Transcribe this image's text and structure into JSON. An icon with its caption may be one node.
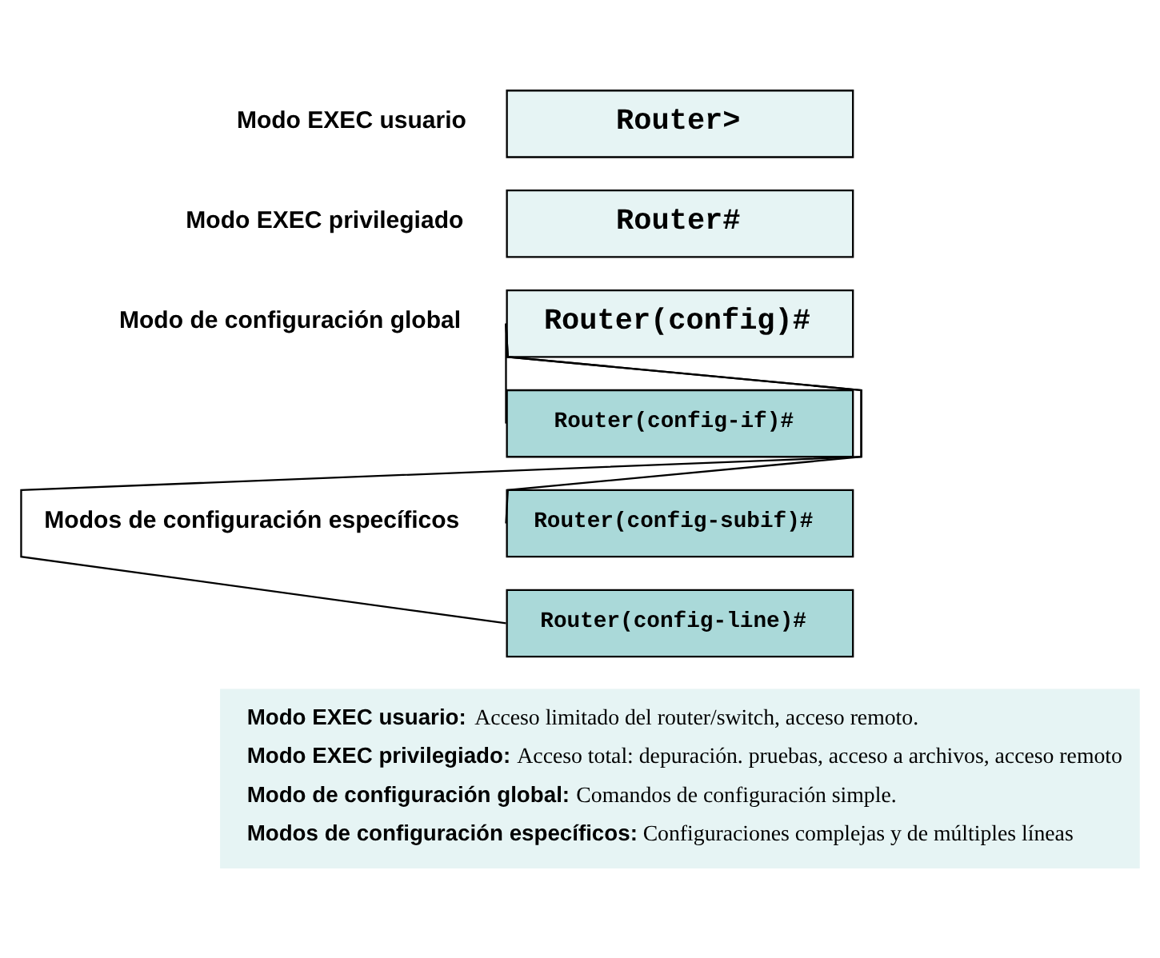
{
  "diagram": {
    "nodes": [
      {
        "text": [
          "Router>"
        ],
        "beside": [
          "Modo EXEC usuario"
        ]
      },
      {
        "text": [
          "Router#"
        ],
        "beside": [
          "Modo EXEC privilegiado"
        ]
      },
      {
        "text": [
          "Router(config)#"
        ],
        "beside": [
          "Modo de configuración global"
        ]
      },
      {
        "text": [
          "Router(config-if)#"
        ]
      },
      {
        "text": [
          "Router(config-subif)#"
        ]
      },
      {
        "text": [
          "Router(config-line)#"
        ]
      },
      {
        "text": [
          "**Modo EXEC usuario:** Acceso limitado del router/switch, acceso remoto.",
          "**Modo EXEC privilegiado:** Acceso total: depuración. pruebas, acceso a archivos, acceso remoto",
          "**Modo de configuración global:** Comandos de configuración simple.",
          "**Modos de configuración específicos:** Configuraciones complejas y de múltiples líneas"
        ]
      }
    ],
    "edges": [
      {
        "from": 2,
        "to": 3,
        "arrow": "none"
      },
      {
        "from": 2,
        "to": 4,
        "arrow": "none"
      },
      {
        "from": 2,
        "to": 5,
        "arrow": "none"
      }
    ],
    "labels": [
      "Modos de configuración específicos"
    ]
  }
}
